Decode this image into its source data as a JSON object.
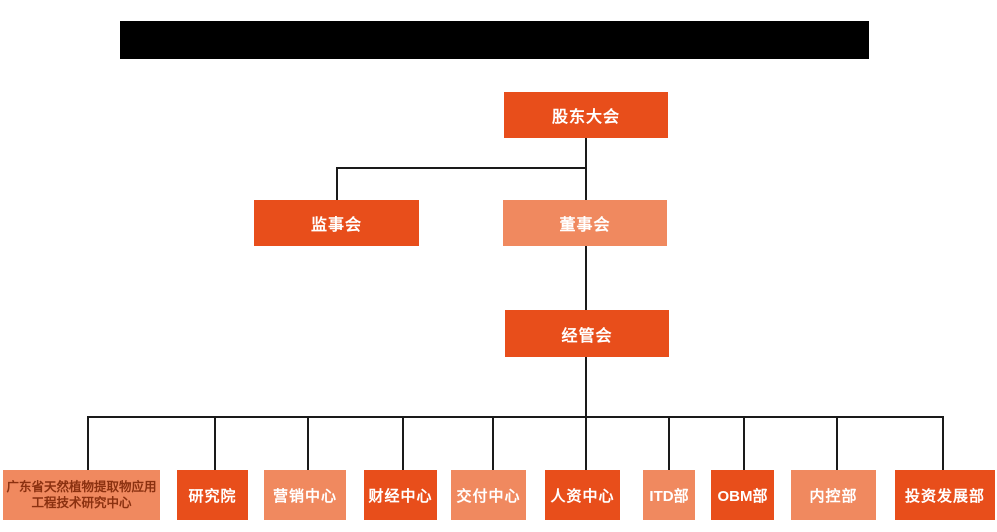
{
  "header": {
    "redacted_title": ""
  },
  "colors": {
    "primary": "#E84E1B",
    "secondary": "#F0895F",
    "line": "#1a1a1a",
    "text_on_dark": "#ffffff",
    "text_on_light_box": "#8B3110",
    "redacted_bar": "#000000"
  },
  "org": {
    "root": {
      "label": "股东大会",
      "variant": "dark"
    },
    "level2": [
      {
        "label": "监事会",
        "variant": "dark"
      },
      {
        "label": "董事会",
        "variant": "light"
      }
    ],
    "level3": {
      "label": "经管会",
      "variant": "dark"
    },
    "departments": [
      {
        "label": "广东省天然植物提取物应用工程技术研究中心",
        "variant": "light"
      },
      {
        "label": "研究院",
        "variant": "dark"
      },
      {
        "label": "营销中心",
        "variant": "light"
      },
      {
        "label": "财经中心",
        "variant": "dark"
      },
      {
        "label": "交付中心",
        "variant": "light"
      },
      {
        "label": "人资中心",
        "variant": "dark"
      },
      {
        "label": "ITD部",
        "variant": "light"
      },
      {
        "label": "OBM部",
        "variant": "dark"
      },
      {
        "label": "内控部",
        "variant": "light"
      },
      {
        "label": "投资发展部",
        "variant": "dark"
      }
    ]
  }
}
